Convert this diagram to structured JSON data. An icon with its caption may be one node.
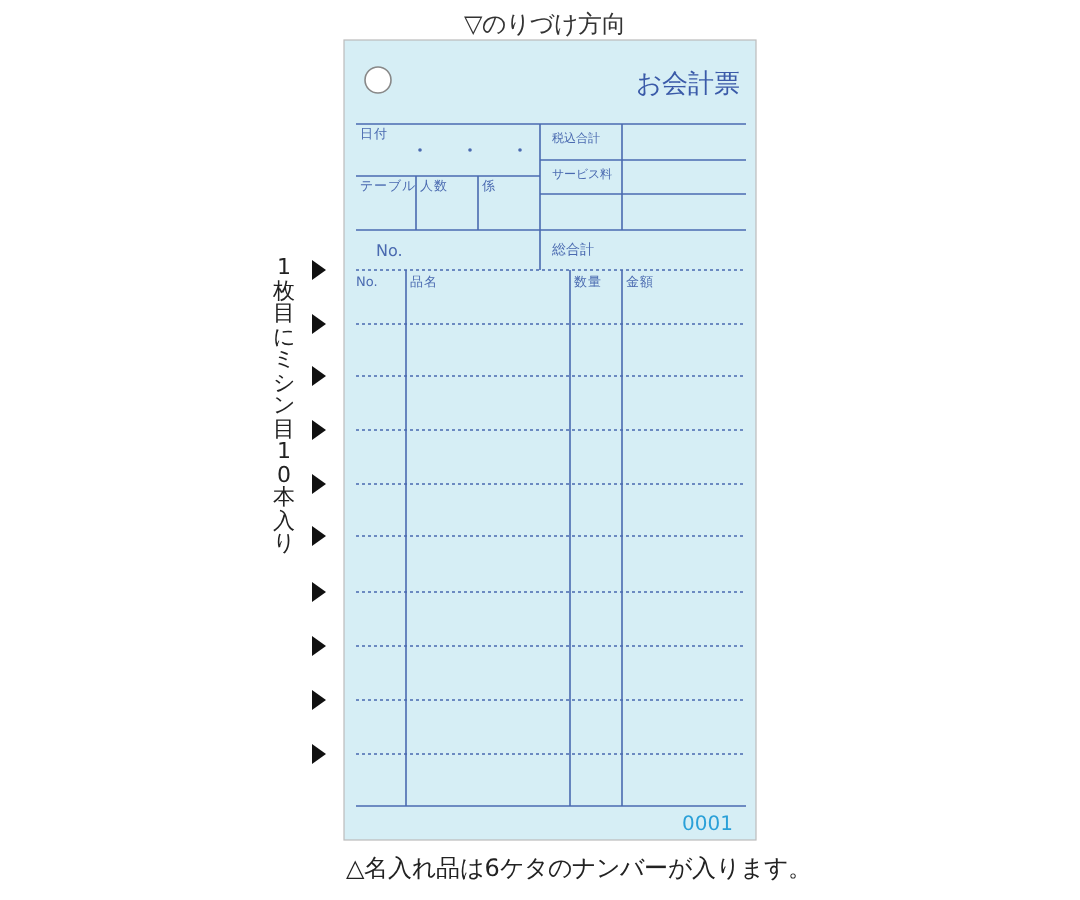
{
  "diagram": {
    "labels": [
      "▽のりづけ方向",
      "お会計票",
      "日付",
      "税込合計",
      "テーブル",
      "人数",
      "係",
      "サービス料",
      "No.",
      "総合計",
      "No.",
      "品名",
      "数量",
      "金額",
      "1枚目にミシン目10本入り",
      "0001",
      "△名入れ品は6ケタのナンバーが入ります。"
    ]
  }
}
